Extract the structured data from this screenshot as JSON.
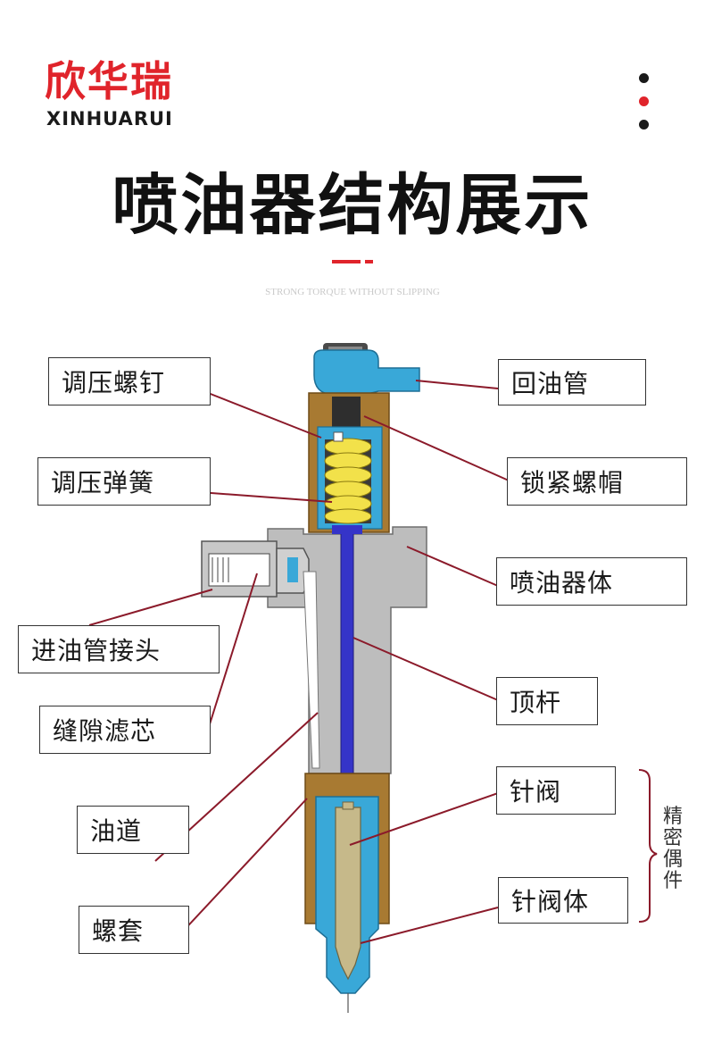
{
  "brand": {
    "name_cn": "欣华瑞",
    "name_en": "XINHUARUI"
  },
  "colors": {
    "brand_red": "#e0242b",
    "leader_line": "#8b1a2a",
    "body_gray": "#bdbdbd",
    "nut_brown": "#a87a32",
    "fluid_blue": "#39a8d8",
    "spring_yellow": "#f2e14a",
    "push_rod_blue": "#3534c8"
  },
  "header": {
    "title": "喷油器结构展示",
    "subtitle": "STRONG TORQUE WITHOUT SLIPPING"
  },
  "labels": {
    "adjust_screw": "调压螺钉",
    "adjust_spring": "调压弹簧",
    "inlet_connector": "进油管接头",
    "gap_filter": "缝隙滤芯",
    "oil_passage": "油道",
    "nut_sleeve": "螺套",
    "return_pipe": "回油管",
    "lock_nut": "锁紧螺帽",
    "injector_body": "喷油器体",
    "push_rod": "顶杆",
    "needle_valve": "针阀",
    "needle_valve_body": "针阀体",
    "precision_pair": "精密偶件"
  }
}
